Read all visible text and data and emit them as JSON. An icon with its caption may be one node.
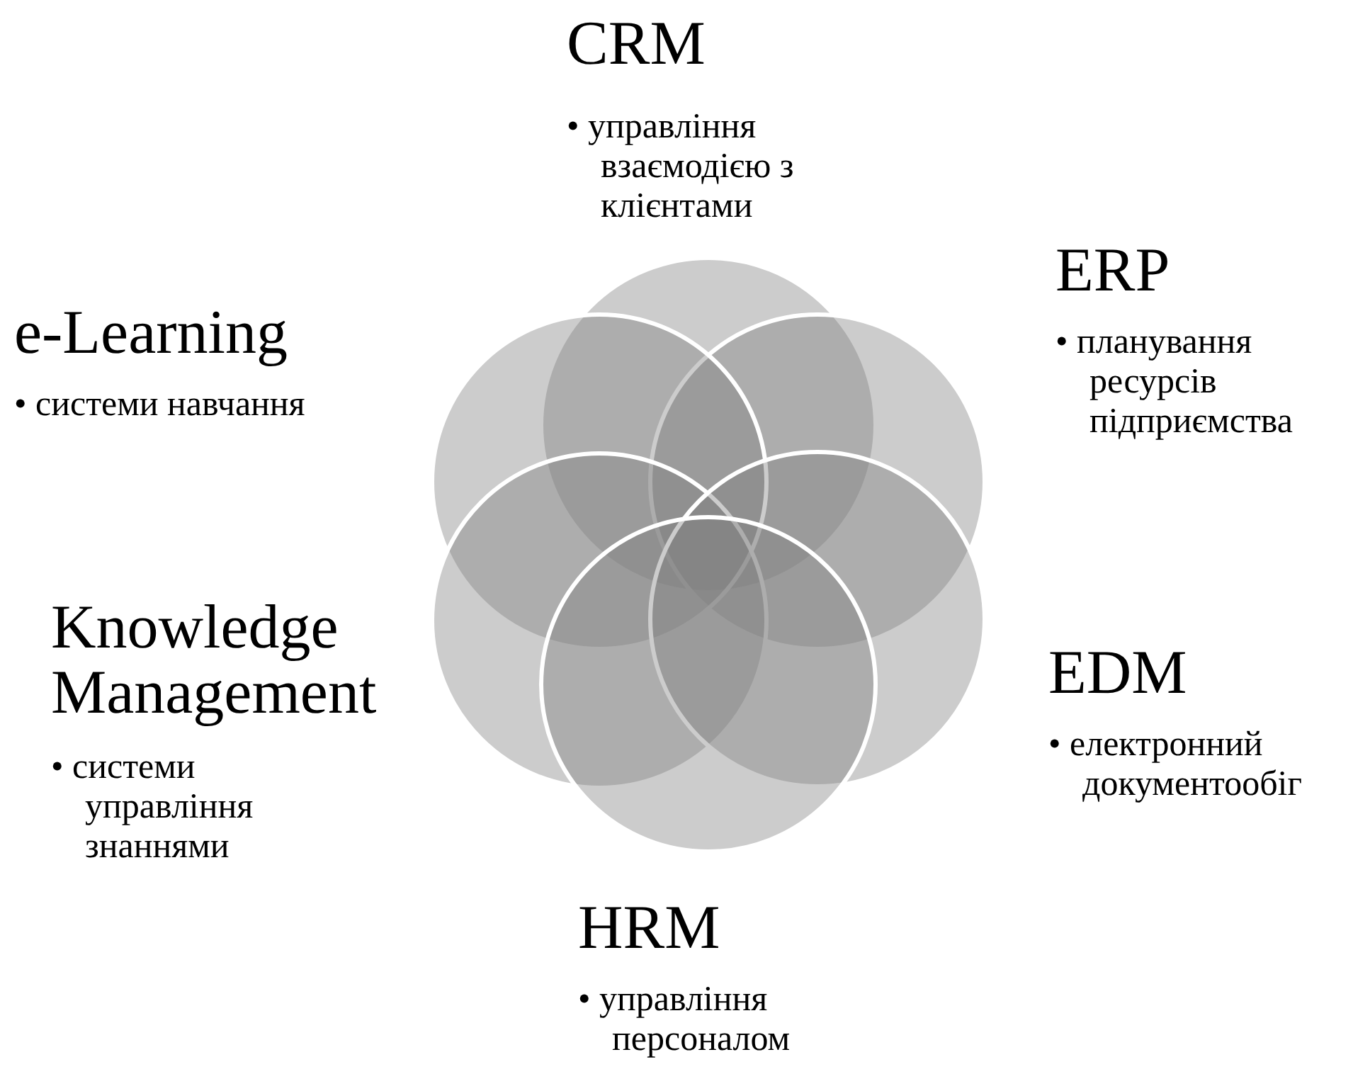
{
  "diagram": {
    "nodes": [
      {
        "text": [
          "CRM",
          "• управління взаємодією з клієнтами"
        ]
      },
      {
        "text": [
          "ERP",
          "• планування ресурсів підприємства"
        ]
      },
      {
        "text": [
          "e-Learning",
          "• системи навчання"
        ]
      },
      {
        "text": [
          "Knowledge Management",
          "• системи управління знаннями"
        ]
      },
      {
        "text": [
          "EDM",
          "• електронний документообіг"
        ]
      },
      {
        "text": [
          "HRM",
          "• управління персоналом"
        ]
      }
    ]
  }
}
